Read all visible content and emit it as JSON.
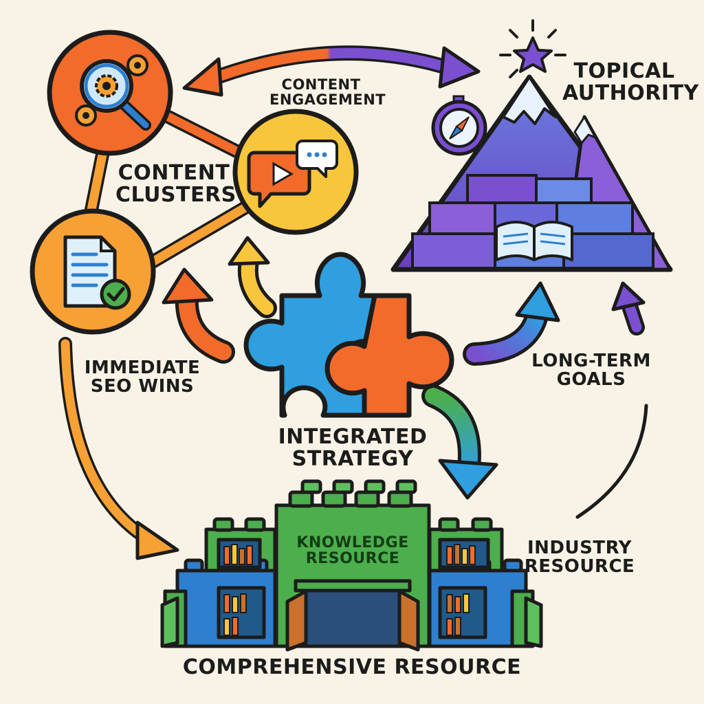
{
  "labels": {
    "content_engagement": [
      "CONTENT",
      "ENGAGEMENT"
    ],
    "topical_authority": [
      "TOPICAL",
      "AUTHORITY"
    ],
    "content_clusters": [
      "CONTENT",
      "CLUSTERS"
    ],
    "immediate_seo_wins": [
      "IMMEDIATE",
      "SEO WINS"
    ],
    "long_term_goals": [
      "LONG-TERM",
      "GOALS"
    ],
    "integrated_strategy": [
      "INTEGRATED",
      "STRATEGY"
    ],
    "knowledge_resource": [
      "KNOWLEDGE",
      "RESOURCE"
    ],
    "industry_resource": [
      "INDUSTRY",
      "RESOURCE"
    ],
    "comprehensive_resource": "COMPREHENSIVE RESOURCE"
  },
  "colors": {
    "background": "#f8f3e6",
    "orange": "#f26b2a",
    "light_orange": "#f7a135",
    "yellow": "#f8c63c",
    "purple": "#7a4fd0",
    "blue": "#2f9fe0",
    "green": "#4cae4c",
    "outline": "#1c1c1c"
  },
  "icons": [
    "search-gear-icon",
    "video-chat-icon",
    "document-check-icon",
    "puzzle-icon",
    "mountain-icon",
    "star-icon",
    "compass-icon",
    "book-icon",
    "building-blocks-icon"
  ]
}
